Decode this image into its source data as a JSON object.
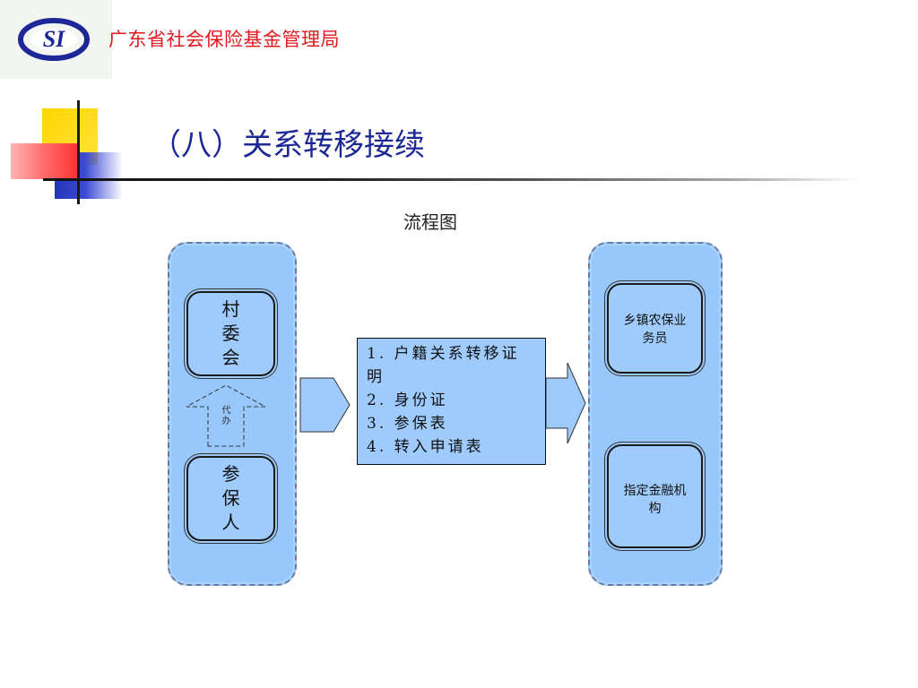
{
  "header": {
    "logo_text": "SI",
    "org_name": "广东省社会保险基金管理局"
  },
  "slide": {
    "title": "（八）关系转移接续"
  },
  "diagram": {
    "subtitle": "流程图",
    "left_group": {
      "top_node": "村\n委\n会",
      "proxy_label": "代办",
      "bottom_node": "参\n保\n人"
    },
    "documents": [
      "1. 户籍关系转移证明",
      "2. 身份证",
      "3. 参保表",
      "4. 转入申请表"
    ],
    "right_group": {
      "top_node": "乡镇农保业务员",
      "bottom_node": "指定金融机构"
    },
    "colors": {
      "panel_fill": "#98c8fb",
      "title": "#1d2896",
      "org_name": "#e0191f",
      "logo": "#1d2896"
    }
  }
}
